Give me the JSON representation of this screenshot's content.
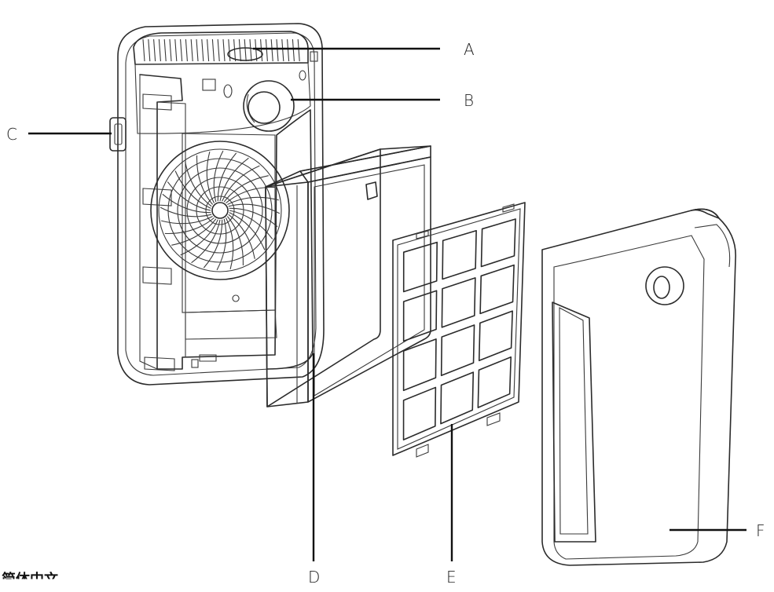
{
  "diagram": {
    "caption": "简体中文",
    "callouts": {
      "A": "A",
      "B": "B",
      "C": "C",
      "D": "D",
      "E": "E",
      "F": "F"
    }
  },
  "colors": {
    "line": "#2b2b2b",
    "filter_gray": "#cfcfcf",
    "filter_side": "#c2c2c2",
    "cell_gray": "#e2e2e2"
  }
}
